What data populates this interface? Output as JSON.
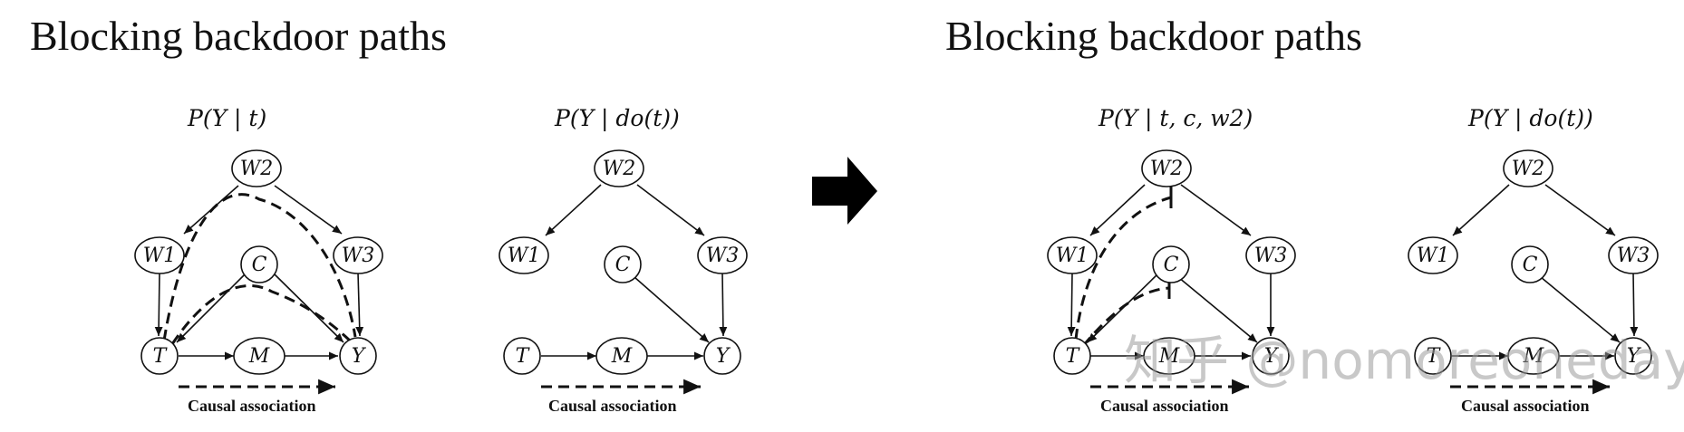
{
  "titles": {
    "left": "Blocking backdoor paths",
    "right": "Blocking backdoor paths"
  },
  "panels": [
    {
      "formula": "P(Y | t)",
      "causal_label": "Causal association"
    },
    {
      "formula": "P(Y | do(t))",
      "causal_label": "Causal association"
    },
    {
      "formula": "P(Y | t, c, w2)",
      "causal_label": "Causal association"
    },
    {
      "formula": "P(Y | do(t))",
      "causal_label": "Causal association"
    }
  ],
  "nodes": {
    "W2": "W2",
    "W1": "W1",
    "W3": "W3",
    "C": "C",
    "T": "T",
    "M": "M",
    "Y": "Y"
  },
  "watermark": "知乎 @nomoreoneday",
  "colors": {
    "ink": "#111111",
    "background": "#ffffff"
  }
}
